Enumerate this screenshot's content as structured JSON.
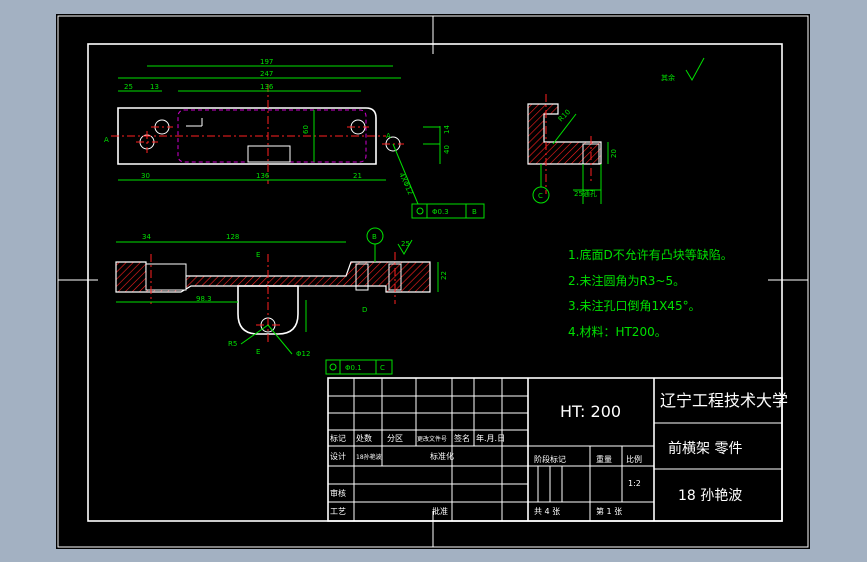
{
  "drawing": {
    "roughness": "其余",
    "notes": [
      "1.底面D不允许有凸块等缺陷。",
      "2.未注圆角为R3~5。",
      "3.未注孔口倒角1X45°。",
      "4.材料：HT200。"
    ],
    "dims_top": {
      "d197": "197",
      "d247": "247",
      "d25": "25",
      "d13": "13",
      "d136a": "136",
      "d30": "30",
      "d136b": "136",
      "d21": "21",
      "d60": "60",
      "d40": "40",
      "d14": "14",
      "d4xM12": "4XΦ12",
      "tol1": "Φ0.3",
      "tol1_ref": "B",
      "a_left": "A",
      "a_right": "A"
    },
    "dims_front": {
      "d34": "34",
      "d128": "128",
      "d98": "98.3",
      "d22": "22",
      "d25": "25",
      "e_label": "E",
      "d_label": "D",
      "b_label": "B",
      "r5": "R5",
      "phi12": "Φ12",
      "tol2": "Φ0.1",
      "tol2_ref": "C"
    },
    "dims_side": {
      "r10": "R10",
      "d20": "20",
      "d25": "25通孔",
      "c_label": "C"
    }
  },
  "title_block": {
    "material": "HT: 200",
    "school": "辽宁工程技术大学",
    "part_name": "前横架 零件",
    "author": "18 孙艳波",
    "row_labels": [
      "标记",
      "处数",
      "分区",
      "更改文件号",
      "签名",
      "年.月.日"
    ],
    "design": "设计",
    "design_name": "18孙艳波",
    "standard": "标准化",
    "stage": "阶段标记",
    "weight": "重量",
    "scale": "比例",
    "scale_val": "1:2",
    "review": "审核",
    "process": "工艺",
    "approve": "批准",
    "sheets": "共 4 张",
    "sheet_no": "第 1 张"
  }
}
